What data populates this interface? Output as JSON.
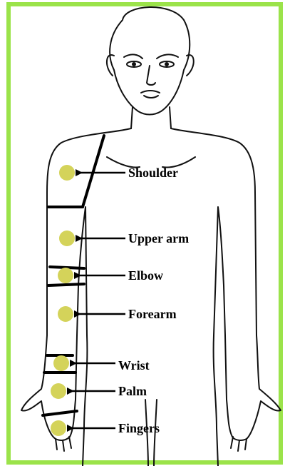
{
  "border_color": "#9be34a",
  "marker_color": "#d4d35a",
  "body_parts": [
    {
      "label": "Shoulder",
      "marker": "shoulder-marker"
    },
    {
      "label": "Upper arm",
      "marker": "upper-arm-marker"
    },
    {
      "label": "Elbow",
      "marker": "elbow-marker"
    },
    {
      "label": "Forearm",
      "marker": "forearm-marker"
    },
    {
      "label": "Wrist",
      "marker": "wrist-marker"
    },
    {
      "label": "Palm",
      "marker": "palm-marker"
    },
    {
      "label": "Fingers",
      "marker": "fingers-marker"
    }
  ]
}
